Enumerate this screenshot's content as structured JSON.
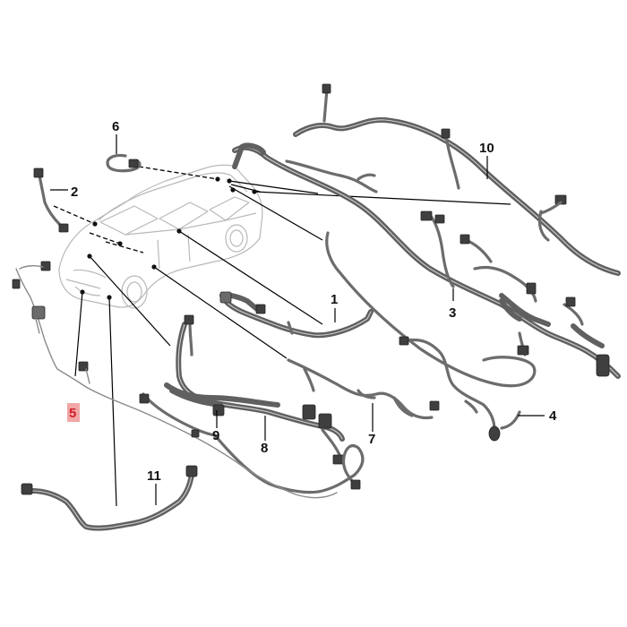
{
  "callouts": {
    "c1": "1",
    "c2": "2",
    "c3": "3",
    "c4": "4",
    "c5": "5",
    "c6": "6",
    "c7": "7",
    "c8": "8",
    "c9": "9",
    "c10": "10",
    "c11": "11"
  },
  "highlighted_callout": "5",
  "colors": {
    "harness": "#6c6c6c",
    "leader": "#000000",
    "highlight_text": "#d0202a",
    "highlight_box": "#f2a6a6"
  }
}
